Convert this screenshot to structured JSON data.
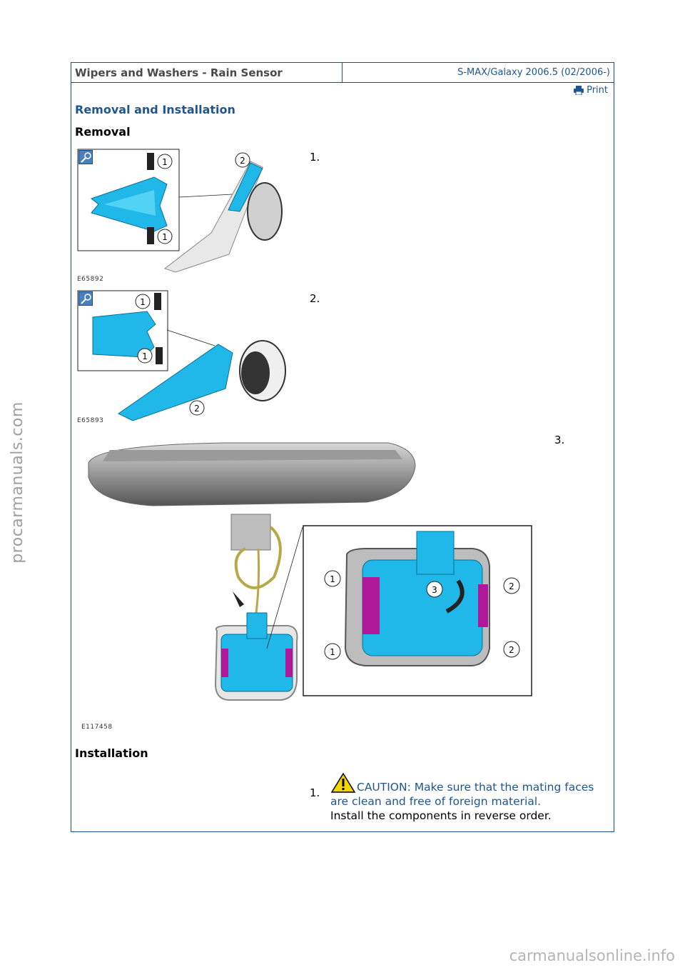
{
  "header": {
    "title": "Wipers and Washers - Rain Sensor",
    "vehicle": "S-MAX/Galaxy 2006.5 (02/2006-)"
  },
  "print_label": "Print",
  "section_title": "Removal and Installation",
  "removal": {
    "heading": "Removal",
    "steps": [
      {
        "number": "1.",
        "figure_code": "E65892"
      },
      {
        "number": "2.",
        "figure_code": "E65893"
      },
      {
        "number": "3.",
        "figure_code": "E117458"
      }
    ]
  },
  "installation": {
    "heading": "Installation",
    "steps": [
      {
        "number": "1.",
        "caution": "CAUTION: Make sure that the mating faces are clean and free of foreign material.",
        "instruction": "Install the components in reverse order."
      }
    ]
  },
  "figure_callouts": {
    "fig1": [
      "1",
      "1",
      "2"
    ],
    "fig2": [
      "1",
      "1",
      "2"
    ],
    "fig3": [
      "1",
      "1",
      "2",
      "2",
      "3"
    ]
  },
  "watermarks": {
    "side": "procarmanuals.com",
    "bottom": "carmanualsonline.info"
  },
  "colors": {
    "link_blue": "#1f5591",
    "border_blue": "#1a4f8b",
    "part_cyan": "#1fb8e8",
    "part_magenta": "#b0189a",
    "caution_yellow": "#f2d600"
  }
}
